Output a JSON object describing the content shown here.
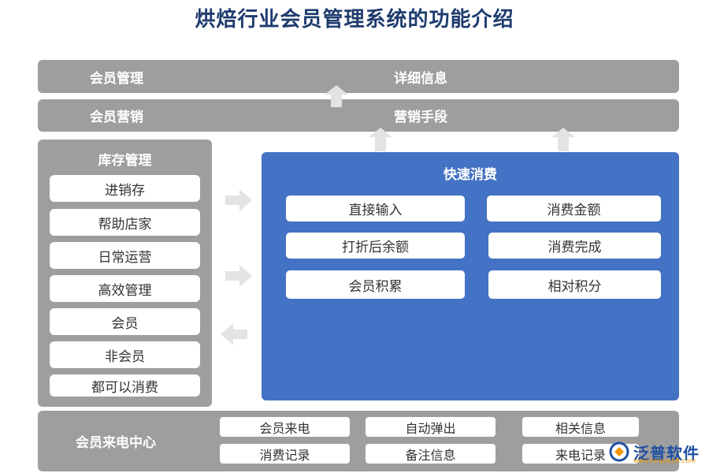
{
  "title": "烘焙行业会员管理系统的功能介绍",
  "top_bars": [
    {
      "left": "会员管理",
      "center": "详细信息"
    },
    {
      "left": "会员营销",
      "center": "营销手段"
    }
  ],
  "inventory": {
    "heading": "库存管理",
    "items": [
      "进销存",
      "帮助店家",
      "日常运营",
      "高效管理",
      "会员",
      "非会员",
      "都可以消费"
    ]
  },
  "quick_consume": {
    "heading": "快速消费",
    "items": [
      "直接输入",
      "消费金额",
      "打折后余额",
      "消费完成",
      "会员积累",
      "相对积分"
    ]
  },
  "call_center": {
    "heading": "会员来电中心",
    "items": [
      "会员来电",
      "自动弹出",
      "相关信息",
      "消费记录",
      "备注信息",
      "来电记录"
    ]
  },
  "logo": {
    "name": "泛普软件",
    "url": "www.fanpusoft.com"
  },
  "colors": {
    "grey": "#9e9e9e",
    "blue": "#4472c4",
    "title": "#1f3c6e",
    "arrow": "#e3e3e3"
  }
}
